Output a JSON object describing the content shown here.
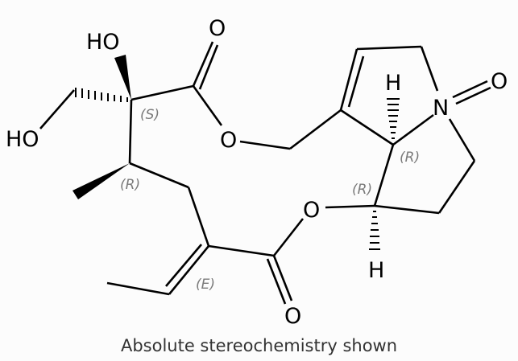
{
  "diagram": {
    "type": "chemical-structure",
    "atoms": {
      "hydroxyl_top": "HO",
      "hydroxyl_left": "HO",
      "carbonyl_oxygen_top": "O",
      "ester_oxygen_upper": "O",
      "ester_oxygen_lower": "O",
      "carbonyl_oxygen_bottom": "O",
      "n_oxide_nitrogen": "N",
      "n_oxide_oxygen": "O",
      "hydrogen_top": "H",
      "hydrogen_bottom": "H"
    },
    "stereo_labels": {
      "quaternary_carbon": "(S)",
      "methyl_carbon": "(R)",
      "bridgehead_carbon": "(R)",
      "ester_carbon": "(R)",
      "alkene": "(E)"
    },
    "colors": {
      "bond": "#000000",
      "stereo_label": "#7a7a7a",
      "background": "#fcfcfc",
      "caption": "#333333"
    }
  },
  "caption": "Absolute stereochemistry shown"
}
